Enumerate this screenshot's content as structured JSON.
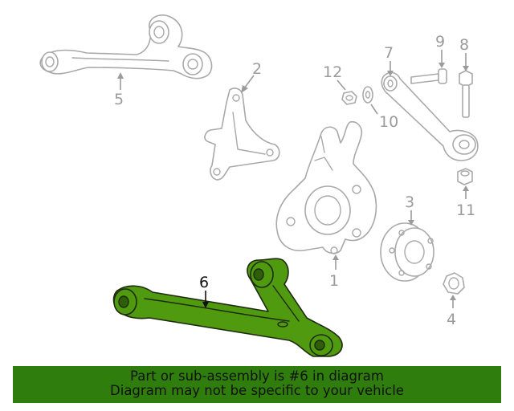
{
  "callouts": {
    "c1": "1",
    "c2": "2",
    "c3": "3",
    "c4": "4",
    "c5": "5",
    "c6": "6",
    "c7": "7",
    "c8": "8",
    "c9": "9",
    "c10": "10",
    "c11": "11",
    "c12": "12"
  },
  "highlighted_part": "6",
  "colors": {
    "highlight_fill": "#4f9a0f",
    "banner_bg": "#2f7d0d",
    "part_outline": "#a9a9a9"
  },
  "banner": {
    "line1": "Part or sub-assembly is #6 in diagram",
    "line2": "Diagram may not be specific to your vehicle"
  }
}
